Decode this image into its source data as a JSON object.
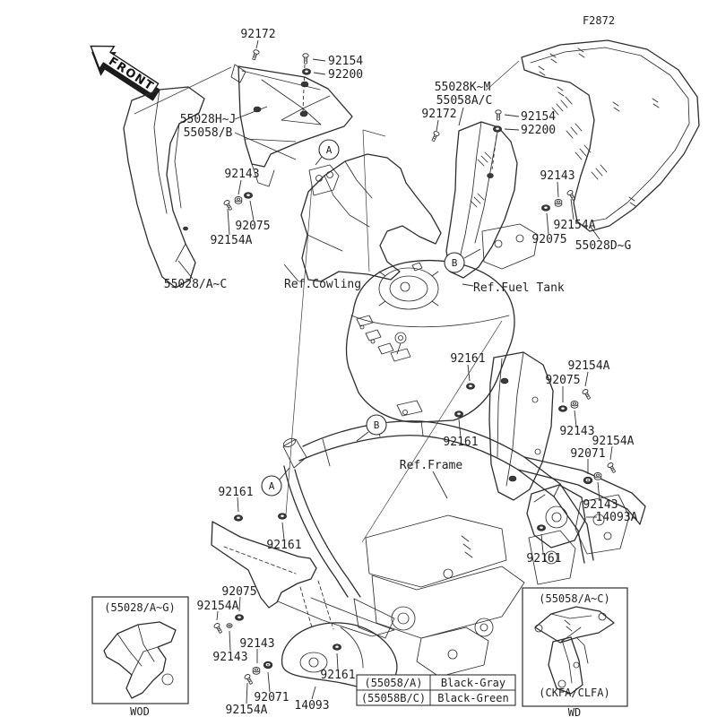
{
  "drawing_code": "F2872",
  "front_arrow": "FRONT",
  "callouts": {
    "a": "A",
    "b": "B"
  },
  "refs": {
    "cowling": "Ref.Cowling",
    "fuel_tank": "Ref.Fuel Tank",
    "frame": "Ref.Frame"
  },
  "part_labels": [
    {
      "text": "92172"
    },
    {
      "text": "92154"
    },
    {
      "text": "92200"
    },
    {
      "text": "55028H~J"
    },
    {
      "text": "55058/B"
    },
    {
      "text": "55028K~M"
    },
    {
      "text": "55058A/C"
    },
    {
      "text": "92172"
    },
    {
      "text": "92154"
    },
    {
      "text": "92200"
    },
    {
      "text": "92143"
    },
    {
      "text": "92143"
    },
    {
      "text": "92075"
    },
    {
      "text": "92154A"
    },
    {
      "text": "92154A"
    },
    {
      "text": "92075"
    },
    {
      "text": "55028D~G"
    },
    {
      "text": "55028/A~C"
    },
    {
      "text": "92161"
    },
    {
      "text": "92154A"
    },
    {
      "text": "92075"
    },
    {
      "text": "92143"
    },
    {
      "text": "92154A"
    },
    {
      "text": "92071"
    },
    {
      "text": "92161"
    },
    {
      "text": "92161"
    },
    {
      "text": "92161"
    },
    {
      "text": "92143"
    },
    {
      "text": "14093A"
    },
    {
      "text": "92161"
    },
    {
      "text": "92075"
    },
    {
      "text": "92154A"
    },
    {
      "text": "92143"
    },
    {
      "text": "92143"
    },
    {
      "text": "92161"
    },
    {
      "text": "92071"
    },
    {
      "text": "14093"
    },
    {
      "text": "92154A"
    }
  ],
  "insets": {
    "left": {
      "title": "(55028/A~G)",
      "caption": "WOD"
    },
    "right": {
      "title": "(55058/A~C)",
      "subtitle": "(CKFA/CLFA)",
      "caption": "WD"
    }
  },
  "color_table": {
    "rows": [
      {
        "part": "(55058/A)",
        "color": "Black-Gray"
      },
      {
        "part": "(55058B/C)",
        "color": "Black-Green"
      }
    ]
  }
}
